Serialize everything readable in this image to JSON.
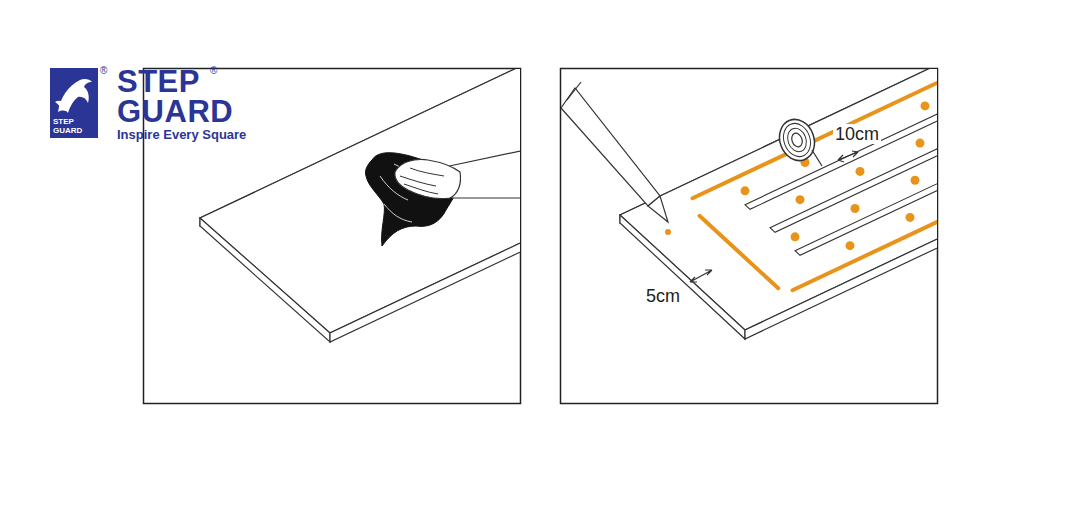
{
  "diagram": {
    "labels": [
      "STEP",
      "GUARD",
      "Inspire Every Square",
      "STEP GUARD",
      "®",
      "®",
      "10cm",
      "5cm"
    ]
  }
}
